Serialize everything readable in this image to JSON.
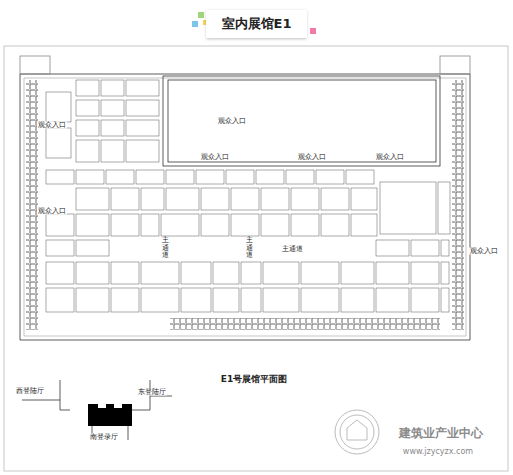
{
  "diagram": {
    "title": "室内展馆E1",
    "caption": "E1号展馆平面图",
    "labels": [
      "观众入口",
      "观众入口",
      "观众入口",
      "观众入口",
      "观众入口",
      "观众入口",
      "观众入口",
      "主通道",
      "主通道",
      "主通道",
      "西登陆厅",
      "东登陆厅",
      "南登录厅",
      "建筑业产业中心",
      "www.jzycyzx.com"
    ]
  }
}
